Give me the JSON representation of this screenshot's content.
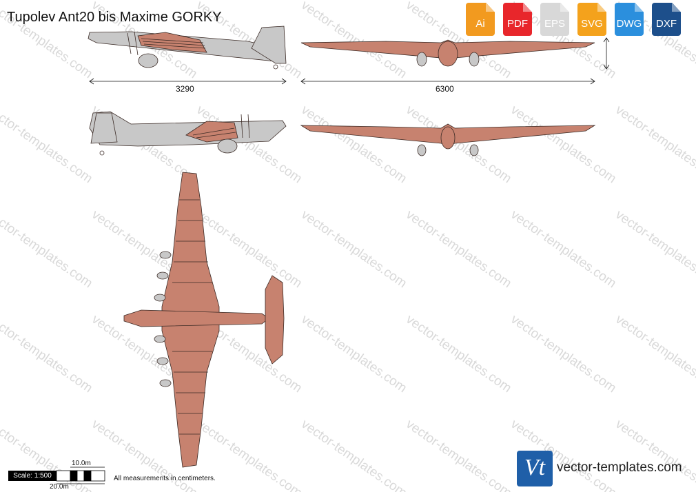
{
  "title": "Tupolev Ant20 bis Maxime GORKY",
  "formats": [
    {
      "label": "Ai",
      "color": "#f29a1f"
    },
    {
      "label": "PDF",
      "color": "#e8262b"
    },
    {
      "label": "EPS",
      "color": "#d8d8d8"
    },
    {
      "label": "SVG",
      "color": "#f4a21c"
    },
    {
      "label": "DWG",
      "color": "#2b8fdd"
    },
    {
      "label": "DXF",
      "color": "#1d4f8b"
    }
  ],
  "dimensions": {
    "length": "3290",
    "span": "6300"
  },
  "scale": {
    "label": "Scale: 1:500",
    "small": "10.0m",
    "large": "20.0m"
  },
  "note": "All measurements in centimeters.",
  "brand": {
    "logo_text": "Vt",
    "site": "vector-templates.com"
  },
  "watermark_text": "vector-templates.com",
  "colors": {
    "fuselage": "#c7826f",
    "outline": "#3a2a25",
    "grey": "#c8c8c8"
  }
}
